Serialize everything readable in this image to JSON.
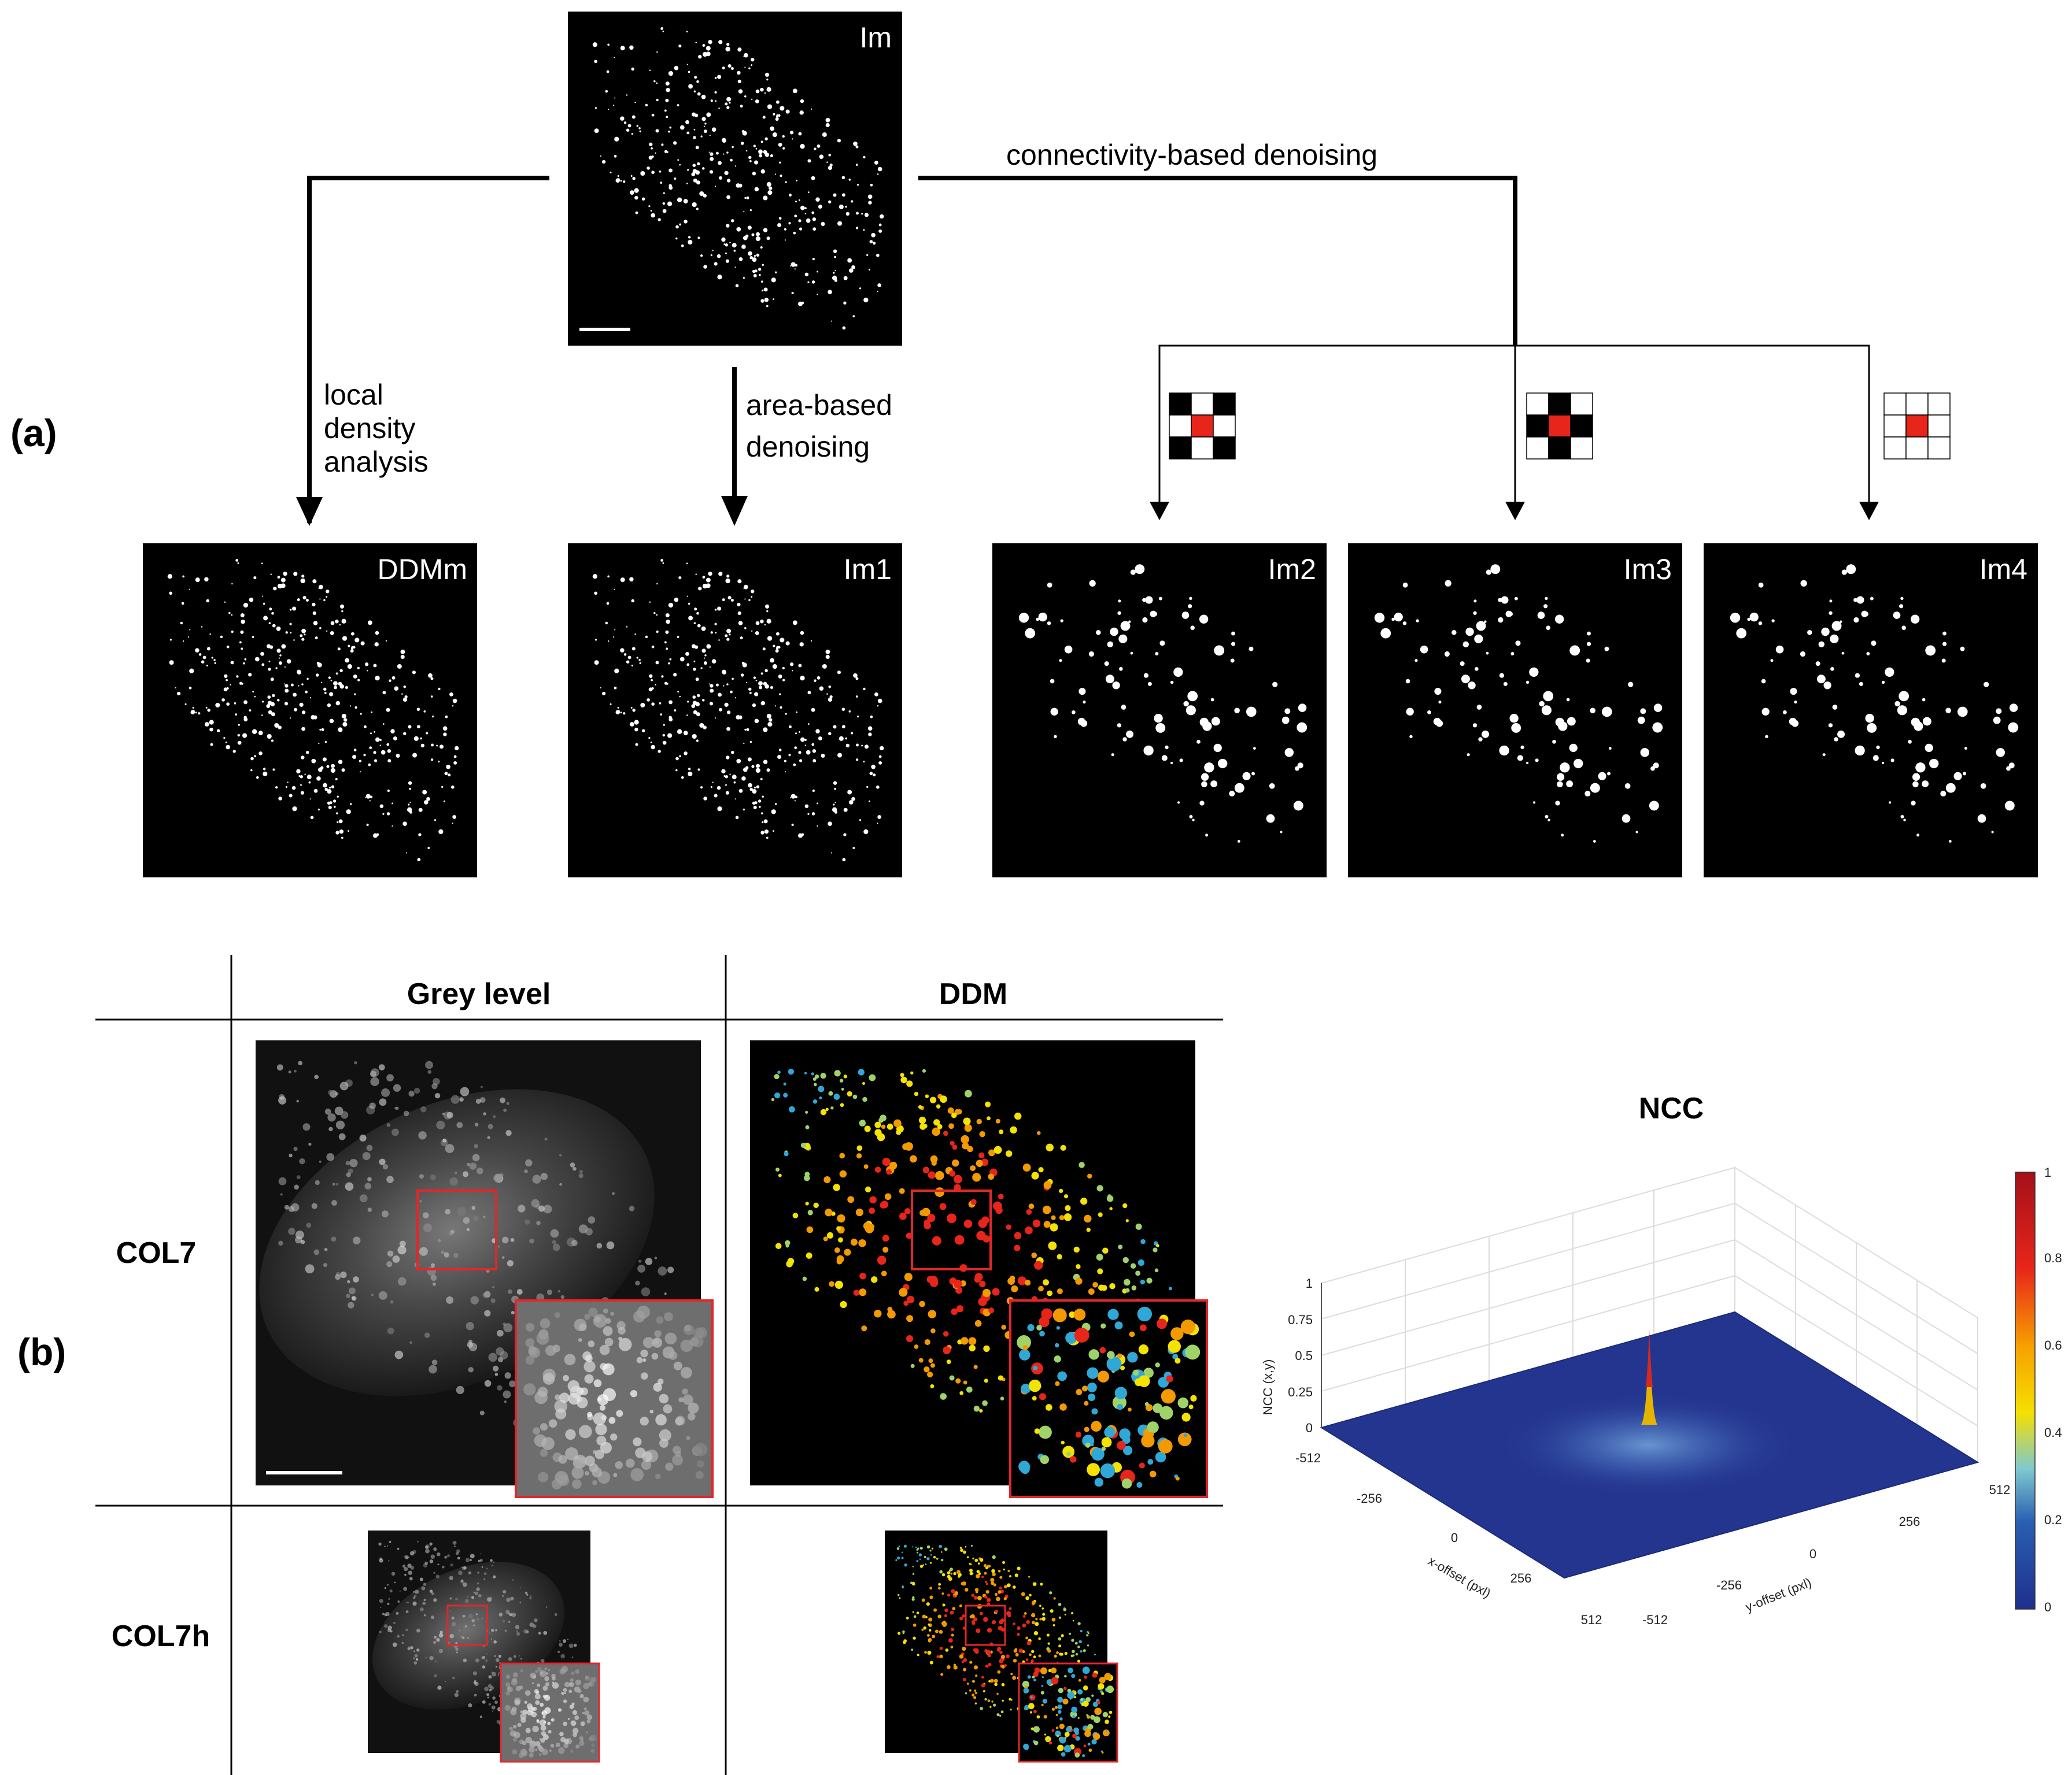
{
  "panel_a": {
    "label": "(a)",
    "images": {
      "top": "Im",
      "ddm": "DDMm",
      "im1": "Im1",
      "im2": "Im2",
      "im3": "Im3",
      "im4": "Im4"
    },
    "arrows": {
      "local": [
        "local",
        "density",
        "analysis"
      ],
      "area": [
        "area-based",
        "denoising"
      ],
      "connectivity": "connectivity-based denoising"
    }
  },
  "panel_b": {
    "label": "(b)",
    "col_headers": [
      "Grey level",
      "DDM"
    ],
    "row_headers": [
      "COL7",
      "COL7h"
    ],
    "ncc_title": "NCC"
  },
  "ncc_plot": {
    "z_label": "NCC (x,y)",
    "x_label": "x-offset (pxl)",
    "y_label": "y-offset (pxl)",
    "z_ticks": [
      "0",
      "0.25",
      "0.5",
      "0.75",
      "1"
    ],
    "x_ticks": [
      "-512",
      "-256",
      "0",
      "256",
      "512"
    ],
    "y_ticks": [
      "-512",
      "-256",
      "0",
      "256",
      "512"
    ],
    "colorbar_ticks": [
      "0",
      "0.2",
      "0.4",
      "0.6",
      "0.8",
      "1"
    ],
    "colors": {
      "low": "#1f2f8e",
      "high": "#a3101a"
    }
  }
}
